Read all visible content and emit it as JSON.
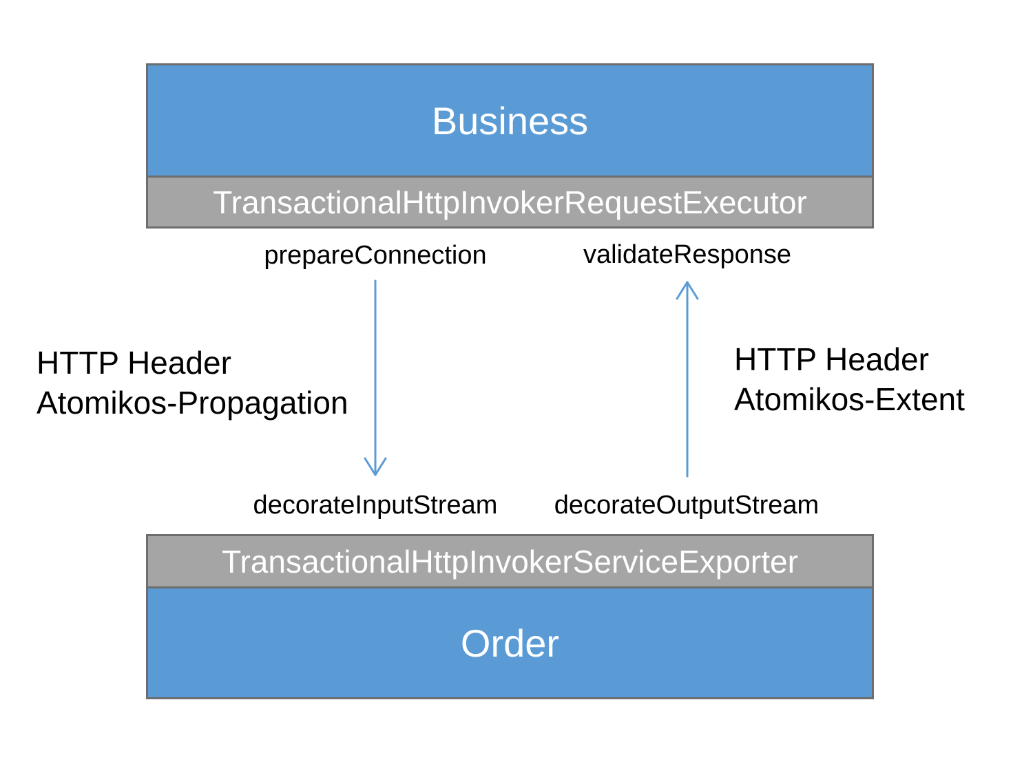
{
  "business": {
    "title": "Business",
    "executor": "TransactionalHttpInvokerRequestExecutor"
  },
  "order": {
    "title": "Order",
    "exporter": "TransactionalHttpInvokerServiceExporter"
  },
  "methods": {
    "prepare_connection": "prepareConnection",
    "validate_response": "validateResponse",
    "decorate_input_stream": "decorateInputStream",
    "decorate_output_stream": "decorateOutputStream"
  },
  "notes": {
    "left": {
      "line1": "HTTP Header",
      "line2": "Atomikos-Propagation"
    },
    "right": {
      "line1": "HTTP Header",
      "line2": "Atomikos-Extent"
    }
  },
  "colors": {
    "box_blue": "#5b9bd5",
    "box_gray": "#a5a5a5",
    "border": "#6d6d6d",
    "arrow": "#5b9bd5"
  }
}
